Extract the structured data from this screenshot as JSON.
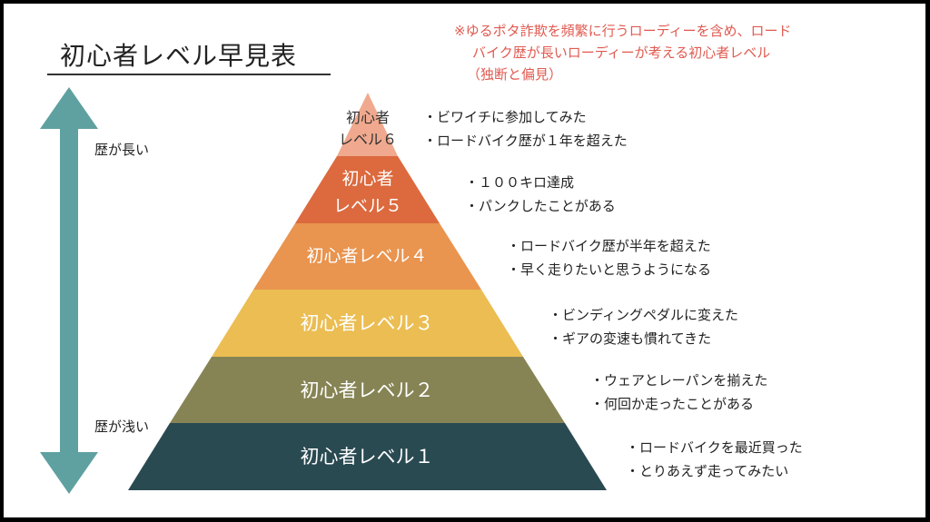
{
  "title": "初心者レベル早見表",
  "note": {
    "line1": "※ゆるポタ詐欺を頻繁に行うローディーを含め、ロード",
    "line2": "バイク歴が長いローディーが考える初心者レベル",
    "line3": "（独断と偏見）"
  },
  "axis": {
    "top_label": "歴が長い",
    "bottom_label": "歴が浅い",
    "arrow_color": "#5fa0a0"
  },
  "levels": [
    {
      "label_l1": "初心者",
      "label_l2": "レベル６",
      "color": "#f0a98e",
      "text_color": "#333333",
      "items": [
        "ビワイチに参加してみた",
        "ロードバイク歴が１年を超えた"
      ]
    },
    {
      "label_l1": "初心者",
      "label_l2": "レベル５",
      "color": "#dc6a3e",
      "text_color": "#ffffff",
      "items": [
        "１００キロ達成",
        "パンクしたことがある"
      ]
    },
    {
      "label": "初心者レベル４",
      "color": "#e9944f",
      "text_color": "#ffffff",
      "items": [
        "ロードバイク歴が半年を超えた",
        "早く走りたいと思うようになる"
      ]
    },
    {
      "label": "初心者レベル３",
      "color": "#ebbd52",
      "text_color": "#ffffff",
      "items": [
        "ビンディングペダルに変えた",
        "ギアの変速も慣れてきた"
      ]
    },
    {
      "label": "初心者レベル２",
      "color": "#868454",
      "text_color": "#ffffff",
      "items": [
        "ウェアとレーパンを揃えた",
        "何回か走ったことがある"
      ]
    },
    {
      "label": "初心者レベル１",
      "color": "#2a4a52",
      "text_color": "#ffffff",
      "items": [
        "ロードバイクを最近買った",
        "とりあえず走ってみたい"
      ]
    }
  ]
}
